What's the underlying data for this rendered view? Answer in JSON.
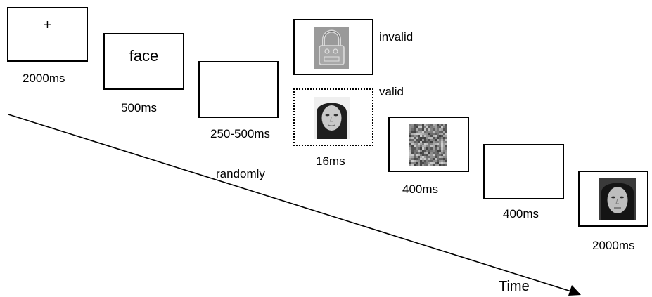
{
  "frames": {
    "fixation": {
      "content": "+",
      "duration": "2000ms"
    },
    "cue": {
      "content": "face",
      "duration": "500ms"
    },
    "blank1": {
      "duration": "250-500ms"
    },
    "target": {
      "invalid_label": "invalid",
      "valid_label": "valid",
      "duration": "16ms"
    },
    "mask": {
      "duration": "400ms"
    },
    "blank2": {
      "duration": "400ms"
    },
    "face_probe": {
      "duration": "2000ms"
    }
  },
  "annotations": {
    "randomly": "randomly",
    "time_axis": "Time"
  },
  "icons": {
    "invalid_stimulus": "padlock-image",
    "valid_stimulus": "face-image",
    "mask_stimulus": "noise-mask",
    "probe_stimulus": "face-image"
  },
  "colors": {
    "stroke": "#000000",
    "background": "#ffffff",
    "stimulus_gray": "#9a9a9a"
  }
}
